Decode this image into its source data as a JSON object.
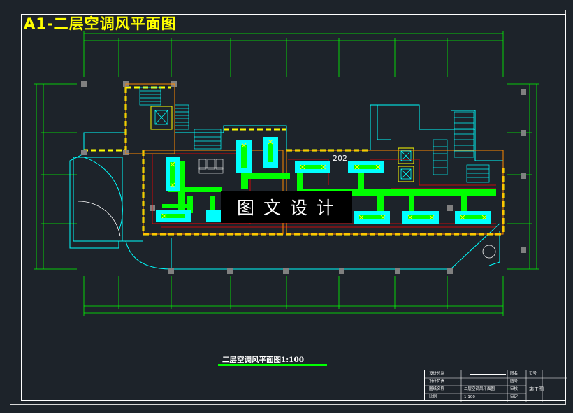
{
  "sheet_title": "A1-二层空调风平面图",
  "room_number": "202",
  "watermark": "图文设计",
  "drawing_caption": "二层空调风平面图1:100",
  "colors": {
    "background": "#1d232a",
    "duct": "#00ff00",
    "diffuser": "#00ffff",
    "wall": "#ffff00",
    "structure": "#00ffff",
    "pipe": "#ff0000",
    "outline": "#ff8800"
  },
  "title_block": {
    "rows": [
      {
        "label": "设计总监",
        "code": "图名",
        "value": ""
      },
      {
        "label": "设计负责",
        "code": "图号",
        "value": ""
      },
      {
        "label": "图纸名称",
        "code": "审核",
        "value": "二层空调风平面图"
      },
      {
        "label": "比例",
        "code": "审定",
        "value": "1:100"
      }
    ],
    "sheet_label": "页号",
    "stage": "施工图"
  }
}
